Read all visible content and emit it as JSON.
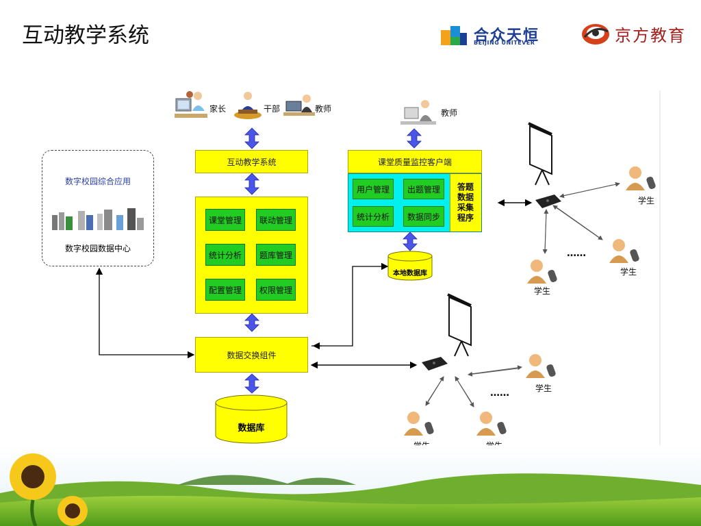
{
  "slide": {
    "title": "互动教学系统"
  },
  "logos": {
    "unitever_cn": "合众天恒",
    "unitever_en": "BEIJING UNITEVER",
    "jingfang_cn": "京方教育"
  },
  "users_top": {
    "parent": "家长",
    "cadre": "干部",
    "teacher": "教师"
  },
  "teacher_right": "教师",
  "main_system": {
    "title": "互动教学系统",
    "modules": [
      "课堂管理",
      "联动管理",
      "统计分析",
      "题库管理",
      "配置管理",
      "权限管理"
    ]
  },
  "exchange": "数据交换组件",
  "database": "数据库",
  "monitor": {
    "title": "课堂质量监控客户端",
    "modules": [
      "用户管理",
      "出题管理",
      "统计分析",
      "数据同步"
    ],
    "collector": [
      "答题",
      "数据",
      "采集",
      "程序"
    ]
  },
  "local_db": "本地数据库",
  "campus": {
    "title": "数字校园综合应用",
    "center": "数字校园数据中心"
  },
  "students": {
    "label": "学生",
    "ellipsis": "……"
  }
}
